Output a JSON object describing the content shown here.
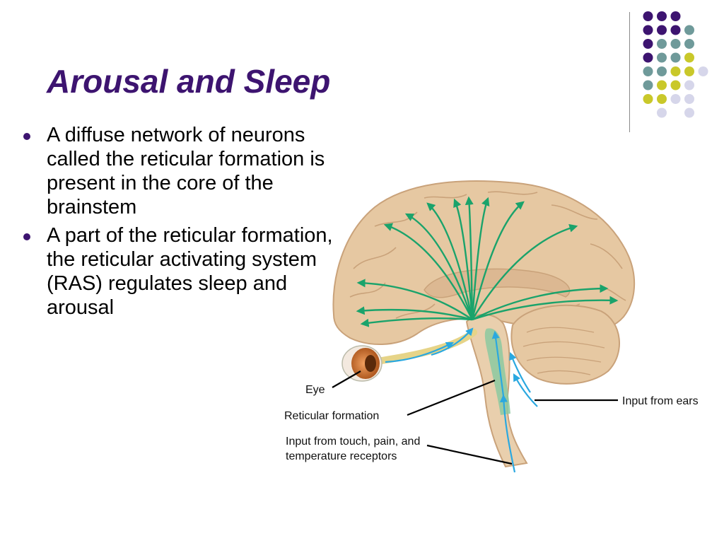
{
  "slide": {
    "title": "Arousal and Sleep",
    "bullets": [
      "A diffuse network of neurons called the reticular formation is present in the core of the brainstem",
      "A part of the reticular formation, the reticular activating system (RAS) regulates sleep and arousal"
    ]
  },
  "diagram": {
    "labels": {
      "eye": "Eye",
      "reticular_formation": "Reticular formation",
      "input_touch": "Input from touch, pain, and temperature receptors",
      "input_ears": "Input from ears"
    }
  },
  "theme": {
    "title_color": "#3d1470",
    "dot_colors": [
      "#3d1470",
      "#6f9a9a",
      "#c9c82a",
      "#d6d6ea"
    ],
    "arrow_green": "#1aa36b",
    "arrow_blue": "#2aa8e0",
    "brain_fill": "#e6c8a2"
  }
}
